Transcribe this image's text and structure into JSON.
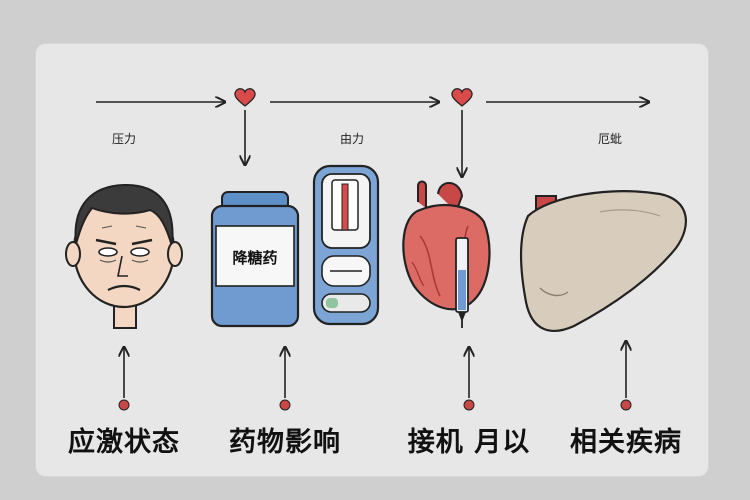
{
  "top_labels": [
    "压力",
    "由力",
    "厄蚍"
  ],
  "bottle_label": "降糖药",
  "bottom_labels": [
    "应激状态",
    "药物影响",
    "接机 月以",
    "相关疾病"
  ],
  "colors": {
    "arrow": "#222222",
    "heart": "#d94a4a",
    "dot": "#c84848",
    "card": "#e7e7e7",
    "bottle_blue": "#6f9bd1"
  },
  "icons": [
    "stressed-face-icon",
    "medicine-bottle-icon",
    "glucose-meter-icon",
    "heart-with-syringe-icon",
    "liver-icon"
  ]
}
